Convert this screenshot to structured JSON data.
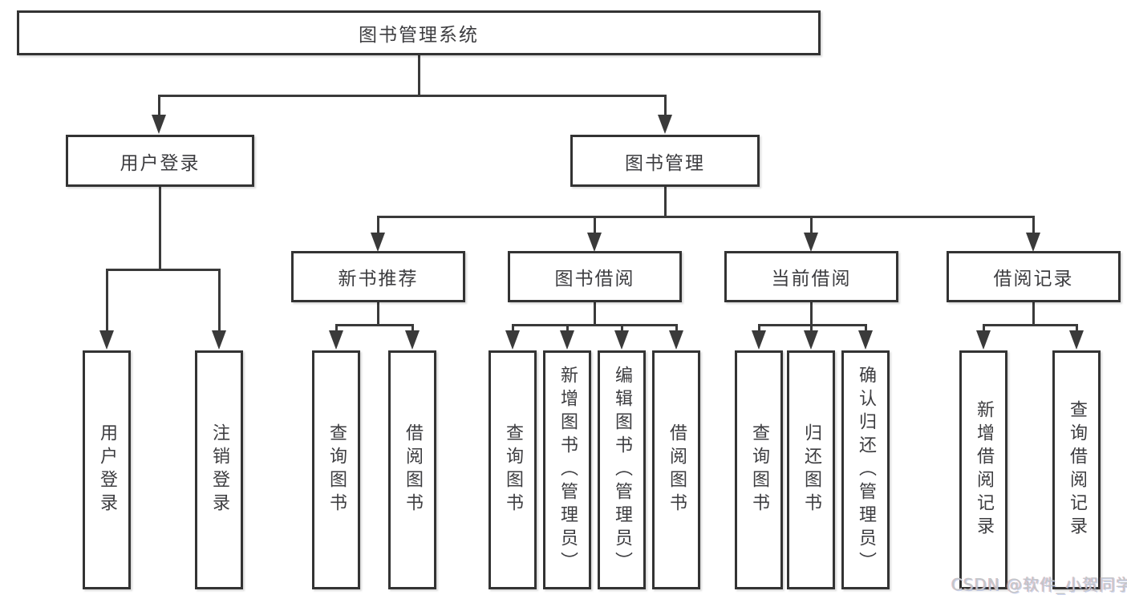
{
  "watermark": {
    "text": "CSDN @软件_小贺同学"
  },
  "colors": {
    "line": "#3a3a3a",
    "box_border": "#333333",
    "box_bg": "#ffffff",
    "text": "#3d3d40",
    "watermark": "#c3c7ca"
  },
  "diagram": {
    "title": "图书管理系统",
    "nodes": [
      {
        "id": "root",
        "label": "图书管理系统",
        "parent": null,
        "orient": "h"
      },
      {
        "id": "user-login",
        "label": "用户登录",
        "parent": "root",
        "orient": "h"
      },
      {
        "id": "book-mgmt",
        "label": "图书管理",
        "parent": "root",
        "orient": "h"
      },
      {
        "id": "new-book-rec",
        "label": "新书推荐",
        "parent": "book-mgmt",
        "orient": "h"
      },
      {
        "id": "book-borrow",
        "label": "图书借阅",
        "parent": "book-mgmt",
        "orient": "h"
      },
      {
        "id": "current-borrow",
        "label": "当前借阅",
        "parent": "book-mgmt",
        "orient": "h"
      },
      {
        "id": "borrow-record",
        "label": "借阅记录",
        "parent": "book-mgmt",
        "orient": "h"
      },
      {
        "id": "leaf-user-login",
        "label": "用户登录",
        "parent": "user-login",
        "orient": "v"
      },
      {
        "id": "leaf-logout",
        "label": "注销登录",
        "parent": "user-login",
        "orient": "v"
      },
      {
        "id": "leaf-query-book-rec",
        "label": "查询图书",
        "parent": "new-book-rec",
        "orient": "v"
      },
      {
        "id": "leaf-borrow-book-rec",
        "label": "借阅图书",
        "parent": "new-book-rec",
        "orient": "v"
      },
      {
        "id": "leaf-query-book-borrow",
        "label": "查询图书",
        "parent": "book-borrow",
        "orient": "v"
      },
      {
        "id": "leaf-add-book",
        "label": "新增图书（管理员）",
        "parent": "book-borrow",
        "orient": "v"
      },
      {
        "id": "leaf-edit-book",
        "label": "编辑图书（管理员）",
        "parent": "book-borrow",
        "orient": "v"
      },
      {
        "id": "leaf-borrow-book",
        "label": "借阅图书",
        "parent": "book-borrow",
        "orient": "v"
      },
      {
        "id": "leaf-query-book-current",
        "label": "查询图书",
        "parent": "current-borrow",
        "orient": "v"
      },
      {
        "id": "leaf-return-book",
        "label": "归还图书",
        "parent": "current-borrow",
        "orient": "v"
      },
      {
        "id": "leaf-confirm-return",
        "label": "确认归还（管理员）",
        "parent": "current-borrow",
        "orient": "v"
      },
      {
        "id": "leaf-add-borrow-record",
        "label": "新增借阅记录",
        "parent": "borrow-record",
        "orient": "v"
      },
      {
        "id": "leaf-query-borrow-record",
        "label": "查询借阅记录",
        "parent": "borrow-record",
        "orient": "v"
      }
    ]
  }
}
